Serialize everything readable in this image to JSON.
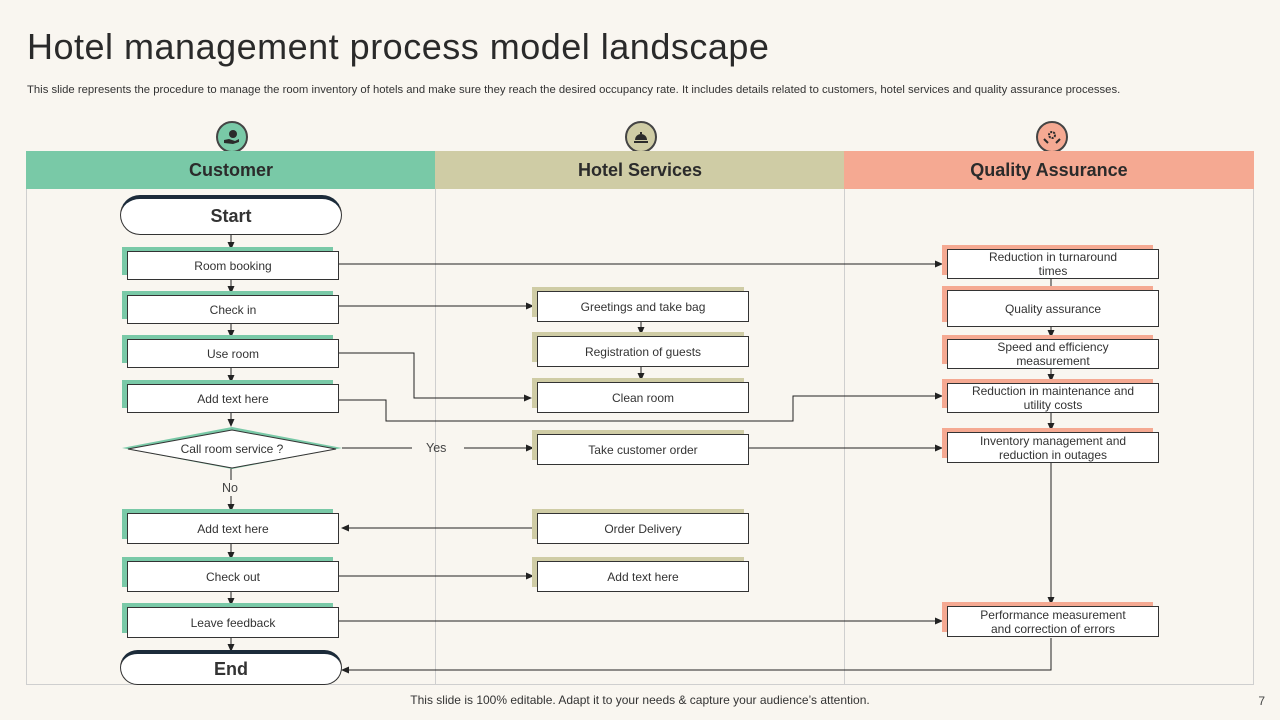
{
  "title": "Hotel management process model landscape",
  "subtitle": "This slide represents the procedure to manage the room inventory of hotels and make sure they reach the desired occupancy rate. It includes details related to customers, hotel services and quality assurance processes.",
  "colors": {
    "customer": "#79c9a7",
    "hotel": "#cfcca5",
    "quality": "#f5a992",
    "background": "#f9f6f0"
  },
  "lanes": [
    {
      "label": "Customer",
      "icon": "hand-money-icon"
    },
    {
      "label": "Hotel Services",
      "icon": "room-service-bell-icon"
    },
    {
      "label": "Quality Assurance",
      "icon": "hands-gear-icon"
    }
  ],
  "customer": {
    "start": "Start",
    "end": "End",
    "steps": [
      "Room booking",
      "Check in",
      "Use room",
      "Add text here"
    ],
    "decision": "Call room service ?",
    "yes_label": "Yes",
    "no_label": "No",
    "steps_after": [
      "Add text here",
      "Check out",
      "Leave feedback"
    ]
  },
  "hotel": [
    "Greetings and take bag",
    "Registration of guests",
    "Clean room",
    "Take customer order",
    "Order Delivery",
    "Add text here"
  ],
  "quality": [
    "Reduction in turnaround times",
    "Quality assurance",
    "Speed and efficiency measurement",
    "Reduction in maintenance and utility costs",
    "Inventory management and reduction in outages",
    "Performance measurement and correction of errors"
  ],
  "footer": "This slide is 100% editable. Adapt it to your needs & capture your audience’s attention.",
  "page_number": "7"
}
